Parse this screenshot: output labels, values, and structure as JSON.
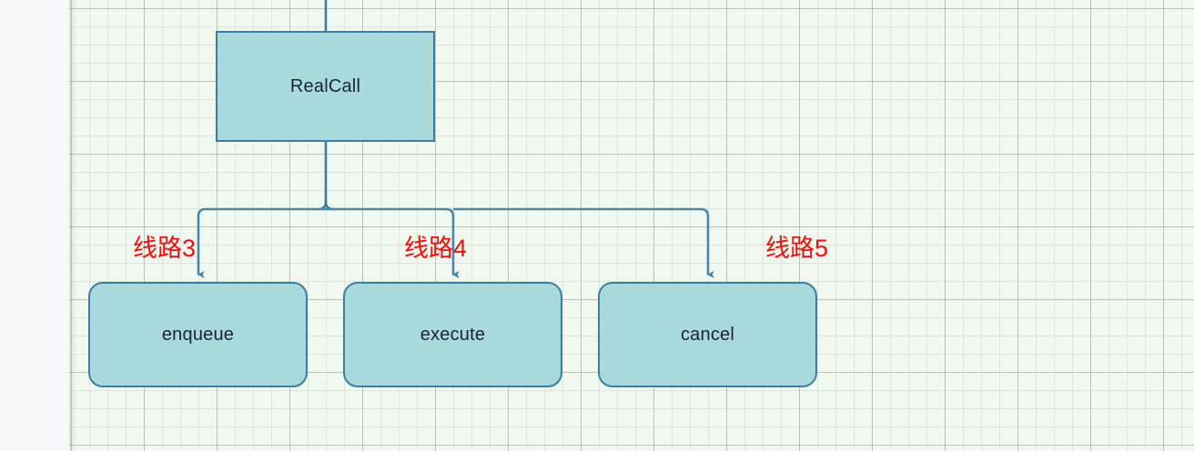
{
  "diagram": {
    "canvas": {
      "background_color": "#f1f8ef",
      "grid": "on",
      "gutter_color": "#f7f8fa"
    },
    "style": {
      "node_fill": "#a8dadc",
      "node_border": "#3b7ea4",
      "node_text": "#17243a",
      "connector_color": "#3b7ea4",
      "annotation_color": "#fb0a0a"
    },
    "nodes": [
      {
        "id": "realcall",
        "label": "RealCall",
        "shape": "rectangle"
      },
      {
        "id": "enqueue",
        "label": "enqueue",
        "shape": "rounded-rectangle"
      },
      {
        "id": "execute",
        "label": "execute",
        "shape": "rounded-rectangle"
      },
      {
        "id": "cancel",
        "label": "cancel",
        "shape": "rounded-rectangle"
      }
    ],
    "edges": [
      {
        "from": "realcall",
        "to": "enqueue",
        "label": "线路3"
      },
      {
        "from": "realcall",
        "to": "execute",
        "label": "线路4"
      },
      {
        "from": "realcall",
        "to": "cancel",
        "label": "线路5"
      }
    ],
    "annotations": [
      {
        "id": "route-3",
        "text": "线路3"
      },
      {
        "id": "route-4",
        "text": "线路4"
      },
      {
        "id": "route-5",
        "text": "线路5"
      }
    ]
  }
}
